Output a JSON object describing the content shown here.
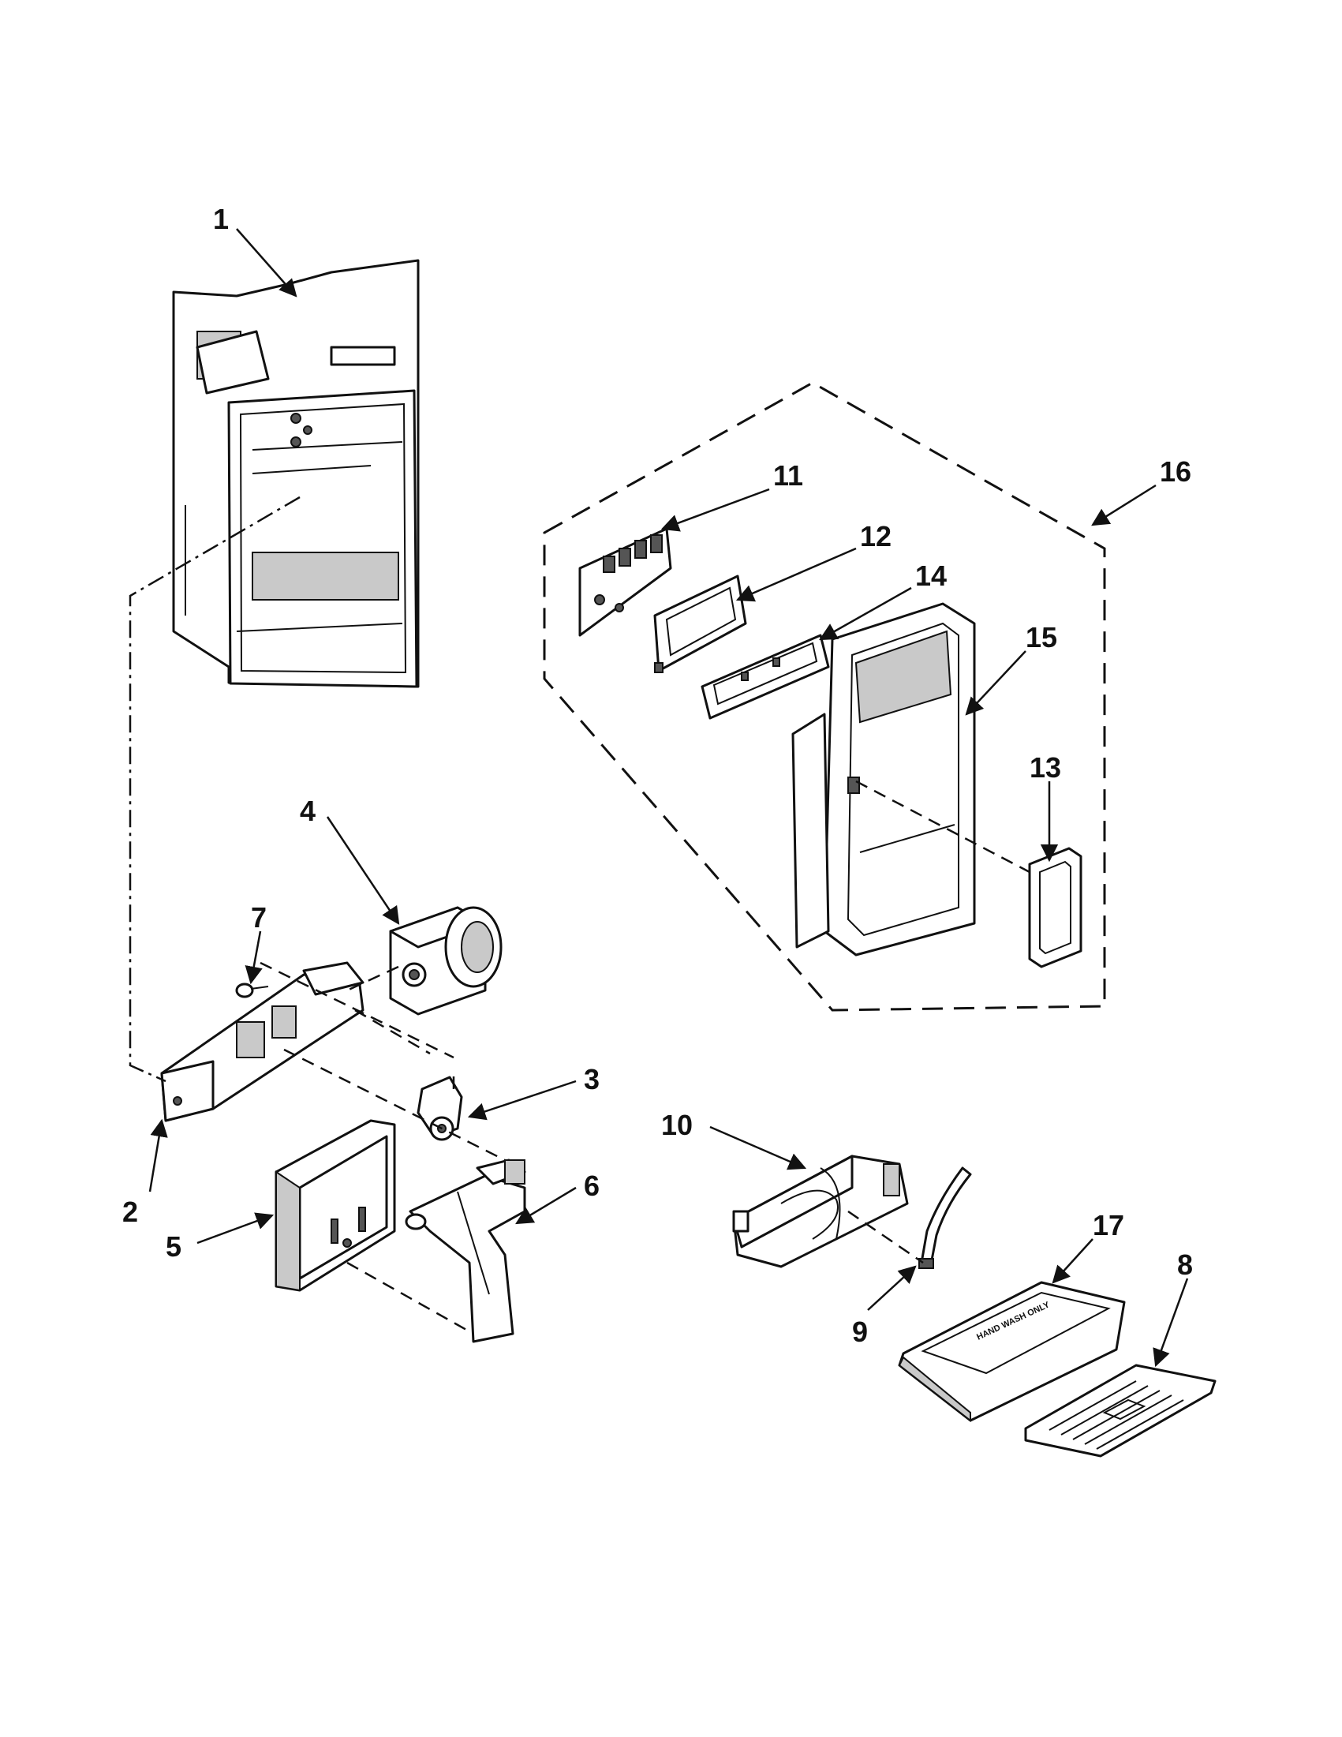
{
  "diagram": {
    "colors": {
      "ink": "#111111",
      "paper": "#ffffff",
      "shade": "#c9c9c9"
    },
    "callouts": [
      {
        "id": "1",
        "label": "1"
      },
      {
        "id": "2",
        "label": "2"
      },
      {
        "id": "3",
        "label": "3"
      },
      {
        "id": "4",
        "label": "4"
      },
      {
        "id": "5",
        "label": "5"
      },
      {
        "id": "6",
        "label": "6"
      },
      {
        "id": "7",
        "label": "7"
      },
      {
        "id": "8",
        "label": "8"
      },
      {
        "id": "9",
        "label": "9"
      },
      {
        "id": "10",
        "label": "10"
      },
      {
        "id": "11",
        "label": "11"
      },
      {
        "id": "12",
        "label": "12"
      },
      {
        "id": "13",
        "label": "13"
      },
      {
        "id": "14",
        "label": "14"
      },
      {
        "id": "15",
        "label": "15"
      },
      {
        "id": "16",
        "label": "16"
      },
      {
        "id": "17",
        "label": "17"
      }
    ],
    "tray_text": "HAND WASH ONLY"
  }
}
